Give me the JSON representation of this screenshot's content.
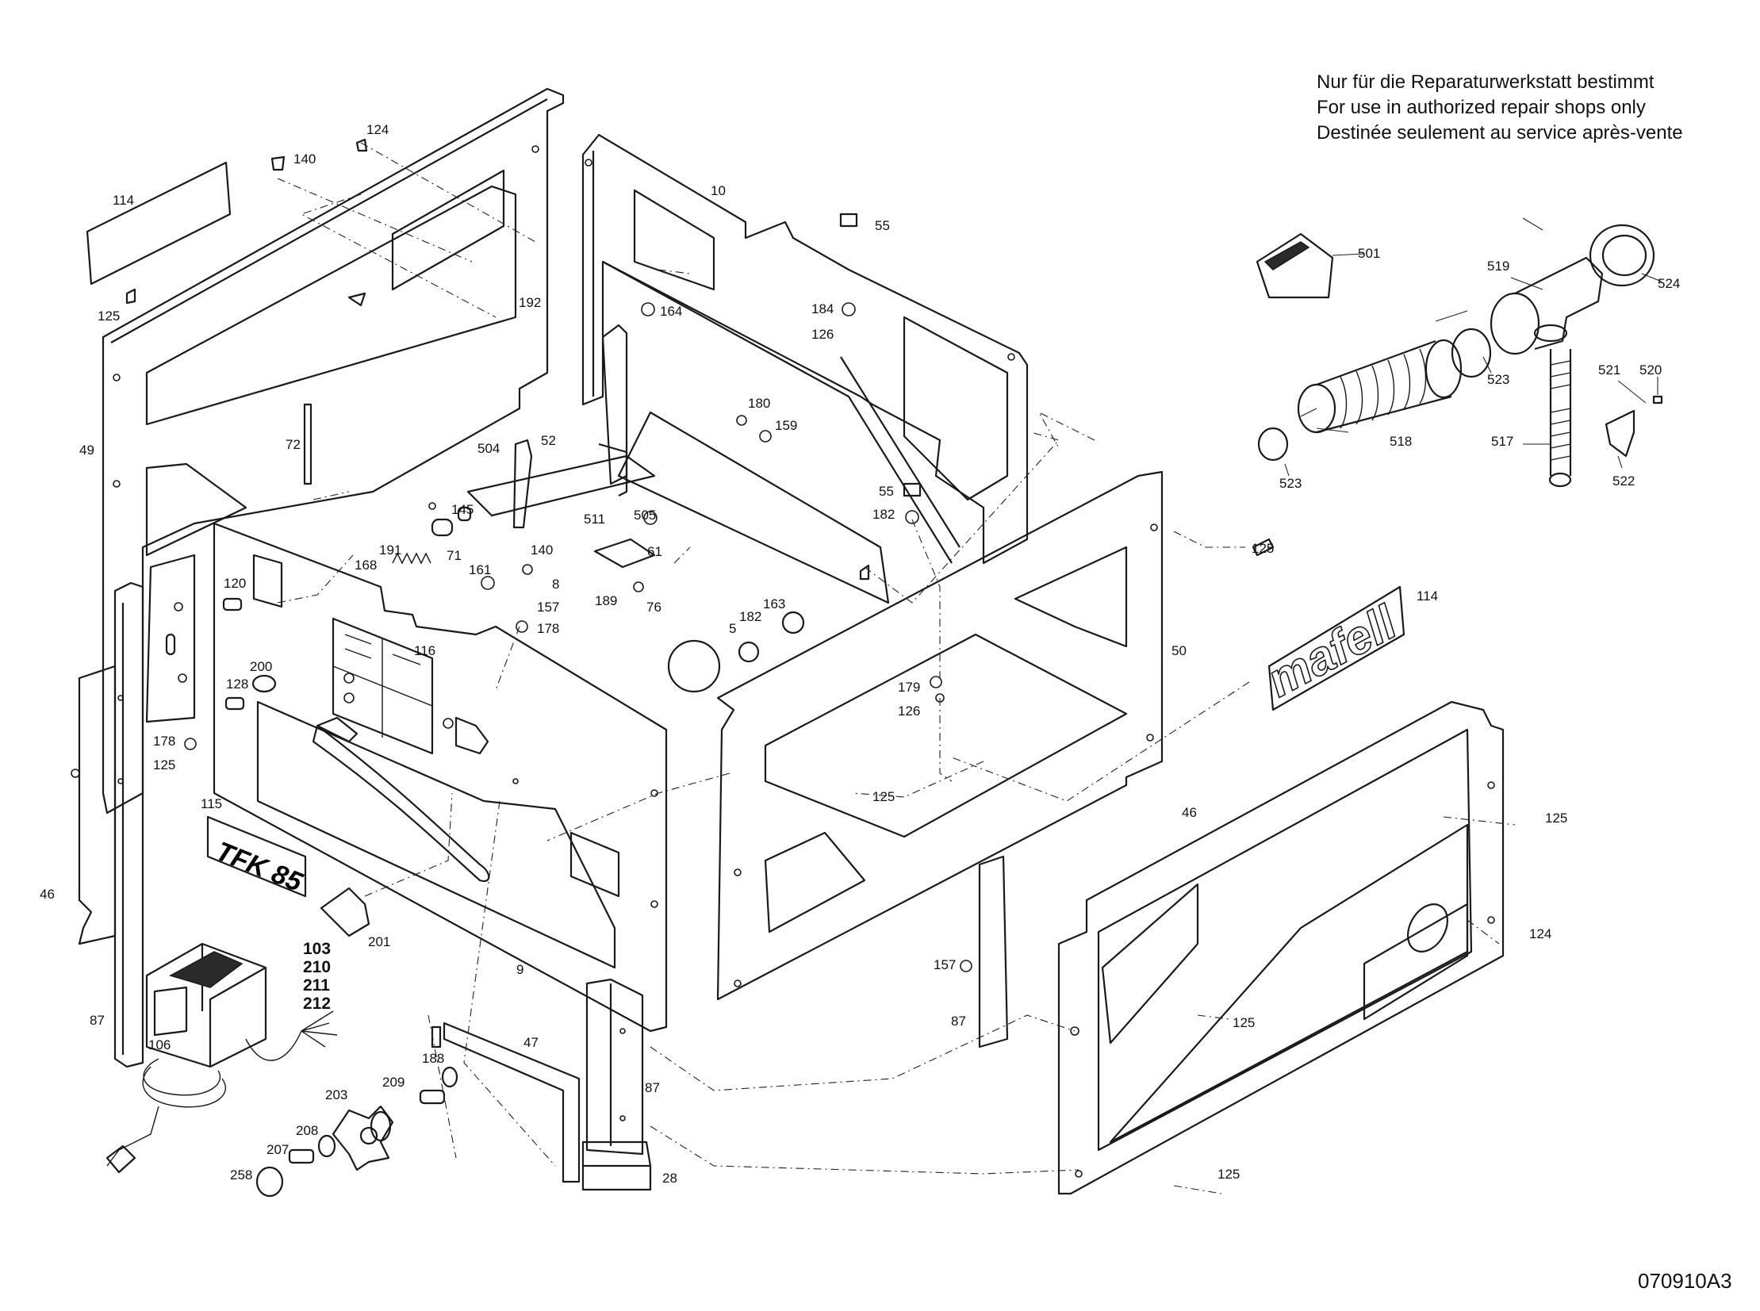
{
  "notice": {
    "line_de": "Nur für die Reparaturwerkstatt bestimmt",
    "line_en": "For use in authorized repair shops only",
    "line_fr": "Destinée seulement au service après-vente"
  },
  "drawing_code": "070910A3",
  "brand_logo": "mafell",
  "model_plate": "TFK 85",
  "labels": [
    {
      "id": "l124a",
      "text": "124"
    },
    {
      "id": "l140a",
      "text": "140"
    },
    {
      "id": "l114a",
      "text": "114"
    },
    {
      "id": "l125a",
      "text": "125"
    },
    {
      "id": "l10",
      "text": "10"
    },
    {
      "id": "l55a",
      "text": "55"
    },
    {
      "id": "l192",
      "text": "192"
    },
    {
      "id": "l164",
      "text": "164"
    },
    {
      "id": "l184",
      "text": "184"
    },
    {
      "id": "l126a",
      "text": "126"
    },
    {
      "id": "l49",
      "text": "49"
    },
    {
      "id": "l72",
      "text": "72"
    },
    {
      "id": "l180",
      "text": "180"
    },
    {
      "id": "l159",
      "text": "159"
    },
    {
      "id": "l504",
      "text": "504"
    },
    {
      "id": "l52",
      "text": "52"
    },
    {
      "id": "l55b",
      "text": "55"
    },
    {
      "id": "l182a",
      "text": "182"
    },
    {
      "id": "l145",
      "text": "145"
    },
    {
      "id": "l191",
      "text": "191"
    },
    {
      "id": "l71",
      "text": "71"
    },
    {
      "id": "l140b",
      "text": "140"
    },
    {
      "id": "l511",
      "text": "511"
    },
    {
      "id": "l505",
      "text": "505"
    },
    {
      "id": "l168",
      "text": "168"
    },
    {
      "id": "l161",
      "text": "161"
    },
    {
      "id": "l61",
      "text": "61"
    },
    {
      "id": "l125b",
      "text": "125"
    },
    {
      "id": "l120",
      "text": "120"
    },
    {
      "id": "l8",
      "text": "8"
    },
    {
      "id": "l157a",
      "text": "157"
    },
    {
      "id": "l189",
      "text": "189"
    },
    {
      "id": "l76",
      "text": "76"
    },
    {
      "id": "l163",
      "text": "163"
    },
    {
      "id": "l178a",
      "text": "178"
    },
    {
      "id": "l182b",
      "text": "182"
    },
    {
      "id": "l5",
      "text": "5"
    },
    {
      "id": "l114b",
      "text": "114"
    },
    {
      "id": "l116",
      "text": "116"
    },
    {
      "id": "l200",
      "text": "200"
    },
    {
      "id": "l50",
      "text": "50"
    },
    {
      "id": "l128",
      "text": "128"
    },
    {
      "id": "l179",
      "text": "179"
    },
    {
      "id": "l126b",
      "text": "126"
    },
    {
      "id": "l178b",
      "text": "178"
    },
    {
      "id": "l125c",
      "text": "125"
    },
    {
      "id": "l125d",
      "text": "125"
    },
    {
      "id": "l46a",
      "text": "46"
    },
    {
      "id": "l125e",
      "text": "125"
    },
    {
      "id": "l115",
      "text": "115"
    },
    {
      "id": "l46b",
      "text": "46"
    },
    {
      "id": "l201",
      "text": "201"
    },
    {
      "id": "l124b",
      "text": "124"
    },
    {
      "id": "l103",
      "text": "103"
    },
    {
      "id": "l210",
      "text": "210"
    },
    {
      "id": "l211",
      "text": "211"
    },
    {
      "id": "l212",
      "text": "212"
    },
    {
      "id": "l9",
      "text": "9"
    },
    {
      "id": "l157b",
      "text": "157"
    },
    {
      "id": "l87a",
      "text": "87"
    },
    {
      "id": "l87b",
      "text": "87"
    },
    {
      "id": "l106",
      "text": "106"
    },
    {
      "id": "l47",
      "text": "47"
    },
    {
      "id": "l125f",
      "text": "125"
    },
    {
      "id": "l188",
      "text": "188"
    },
    {
      "id": "l87c",
      "text": "87"
    },
    {
      "id": "l209",
      "text": "209"
    },
    {
      "id": "l203",
      "text": "203"
    },
    {
      "id": "l208",
      "text": "208"
    },
    {
      "id": "l207",
      "text": "207"
    },
    {
      "id": "l258",
      "text": "258"
    },
    {
      "id": "l28",
      "text": "28"
    },
    {
      "id": "l125g",
      "text": "125"
    },
    {
      "id": "l501",
      "text": "501"
    },
    {
      "id": "l519",
      "text": "519"
    },
    {
      "id": "l524",
      "text": "524"
    },
    {
      "id": "l523a",
      "text": "523"
    },
    {
      "id": "l521",
      "text": "521"
    },
    {
      "id": "l520",
      "text": "520"
    },
    {
      "id": "l518",
      "text": "518"
    },
    {
      "id": "l517",
      "text": "517"
    },
    {
      "id": "l523b",
      "text": "523"
    },
    {
      "id": "l522",
      "text": "522"
    }
  ]
}
